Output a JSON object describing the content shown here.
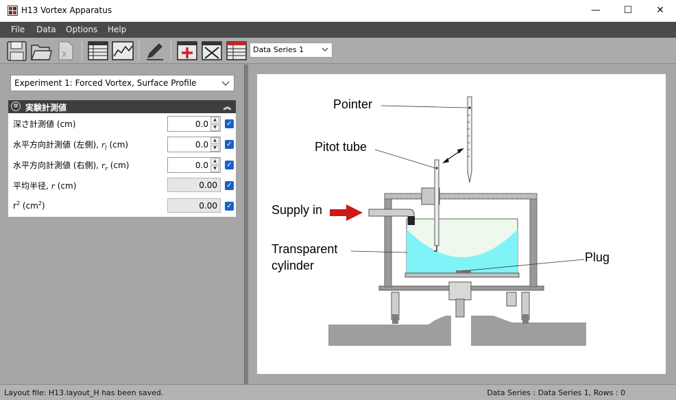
{
  "window": {
    "title": "H13 Vortex Apparatus",
    "minimize": "—",
    "maximize": "☐",
    "close": "✕"
  },
  "menu": [
    {
      "label": "File"
    },
    {
      "label": "Data"
    },
    {
      "label": "Options"
    },
    {
      "label": "Help"
    }
  ],
  "toolbar": {
    "series_select": "Data Series 1",
    "icons": [
      "save-icon",
      "open-folder-icon",
      "excel-export-icon",
      "table-view-icon",
      "chart-view-icon",
      "edit-pencil-icon",
      "add-row-icon",
      "delete-row-icon",
      "data-grid-icon"
    ]
  },
  "experiment": {
    "selected": "Experiment 1: Forced Vortex, Surface Profile"
  },
  "group": {
    "title": "実験計測値",
    "rows": [
      {
        "label": "深さ計測値 (cm)",
        "value": "0.0",
        "editable": true
      },
      {
        "label_main": "水平方向計測値 (左側), ",
        "label_var": "r",
        "label_sub": "l",
        "label_unit": " (cm)",
        "value": "0.0",
        "editable": true
      },
      {
        "label_main": "水平方向計測値 (右側), ",
        "label_var": "r",
        "label_sub": "r",
        "label_unit": " (cm)",
        "value": "0.0",
        "editable": true
      },
      {
        "label_main": "平均半径, ",
        "label_var": "r",
        "label_unit": " (cm)",
        "value": "0.00",
        "editable": false
      },
      {
        "label_main": "r",
        "label_sup": "2",
        "label_unit": " (cm",
        "label_sup2": "2",
        "label_end": ")",
        "value": "0.00",
        "editable": false
      }
    ]
  },
  "diagram": {
    "labels": {
      "pointer": "Pointer",
      "pitot": "Pitot tube",
      "supply": "Supply in",
      "transparent1": "Transparent",
      "transparent2": "cylinder",
      "plug": "Plug"
    },
    "colors": {
      "water": "#7ff3f7",
      "arrow": "#cc1a1a",
      "frame": "#7a7a7a",
      "ground": "#9e9e9e"
    }
  },
  "status": {
    "left": "Layout file: H13.layout_H has been saved.",
    "right": "Data Series : Data Series 1,  Rows : 0"
  }
}
